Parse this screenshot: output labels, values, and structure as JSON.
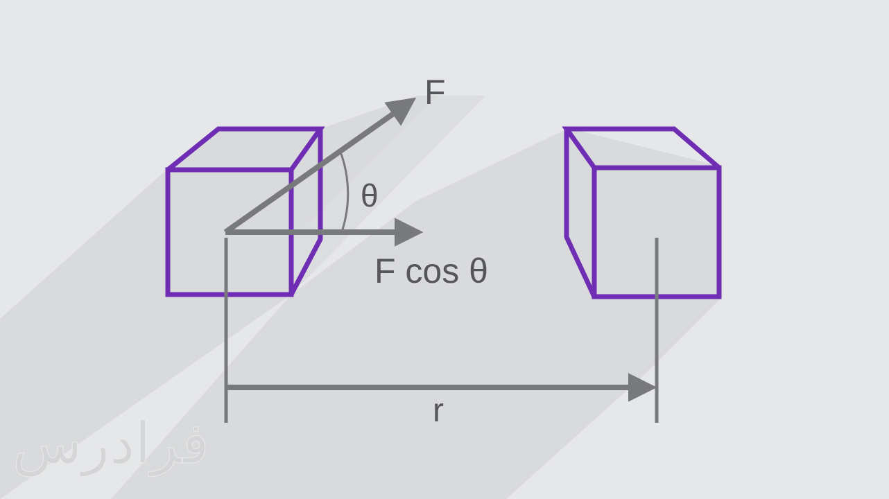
{
  "diagram": {
    "labels": {
      "force": "F",
      "angle": "θ",
      "component": "F cos θ",
      "displacement": "r"
    },
    "watermark": "فرادرس",
    "colors": {
      "background": "#e6e7e9",
      "shadow": "#d9dadc",
      "cube": "#6f2db3",
      "arrow": "#78797b",
      "text": "#555658"
    }
  }
}
